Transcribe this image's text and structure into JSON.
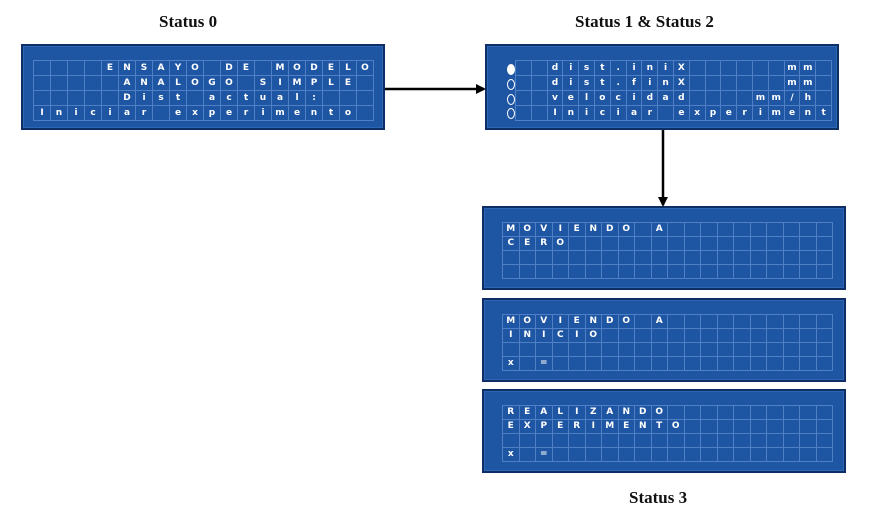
{
  "labels": {
    "status0": "Status 0",
    "status12": "Status 1 & Status 2",
    "status3": "Status 3"
  },
  "screens": [
    {
      "id": "status0",
      "rows": [
        "    ENSAYO DE MODELO",
        "     ANALOGO SIMPLE",
        "     Dist actual:",
        "Iniciar experimento"
      ]
    },
    {
      "id": "status12",
      "selector_active_row": 0,
      "rows": [
        "  dist.iniX      mm",
        "  dist.finX      mm",
        "  velocidad    mm/h",
        "  Iniciar experimento"
      ]
    },
    {
      "id": "status3a",
      "rows": [
        "MOVIENDO A",
        "CERO",
        "",
        ""
      ]
    },
    {
      "id": "status3b",
      "rows": [
        "MOVIENDO A",
        "INICIO",
        "",
        "x ="
      ]
    },
    {
      "id": "status3c",
      "rows": [
        "REALIZANDO",
        "EXPERIMENTO",
        "",
        "x ="
      ]
    }
  ],
  "colors": {
    "lcd_background": "#1f56a3",
    "lcd_grid": "#4f7fc4",
    "text": "#ffffff",
    "arrow": "#000000"
  }
}
